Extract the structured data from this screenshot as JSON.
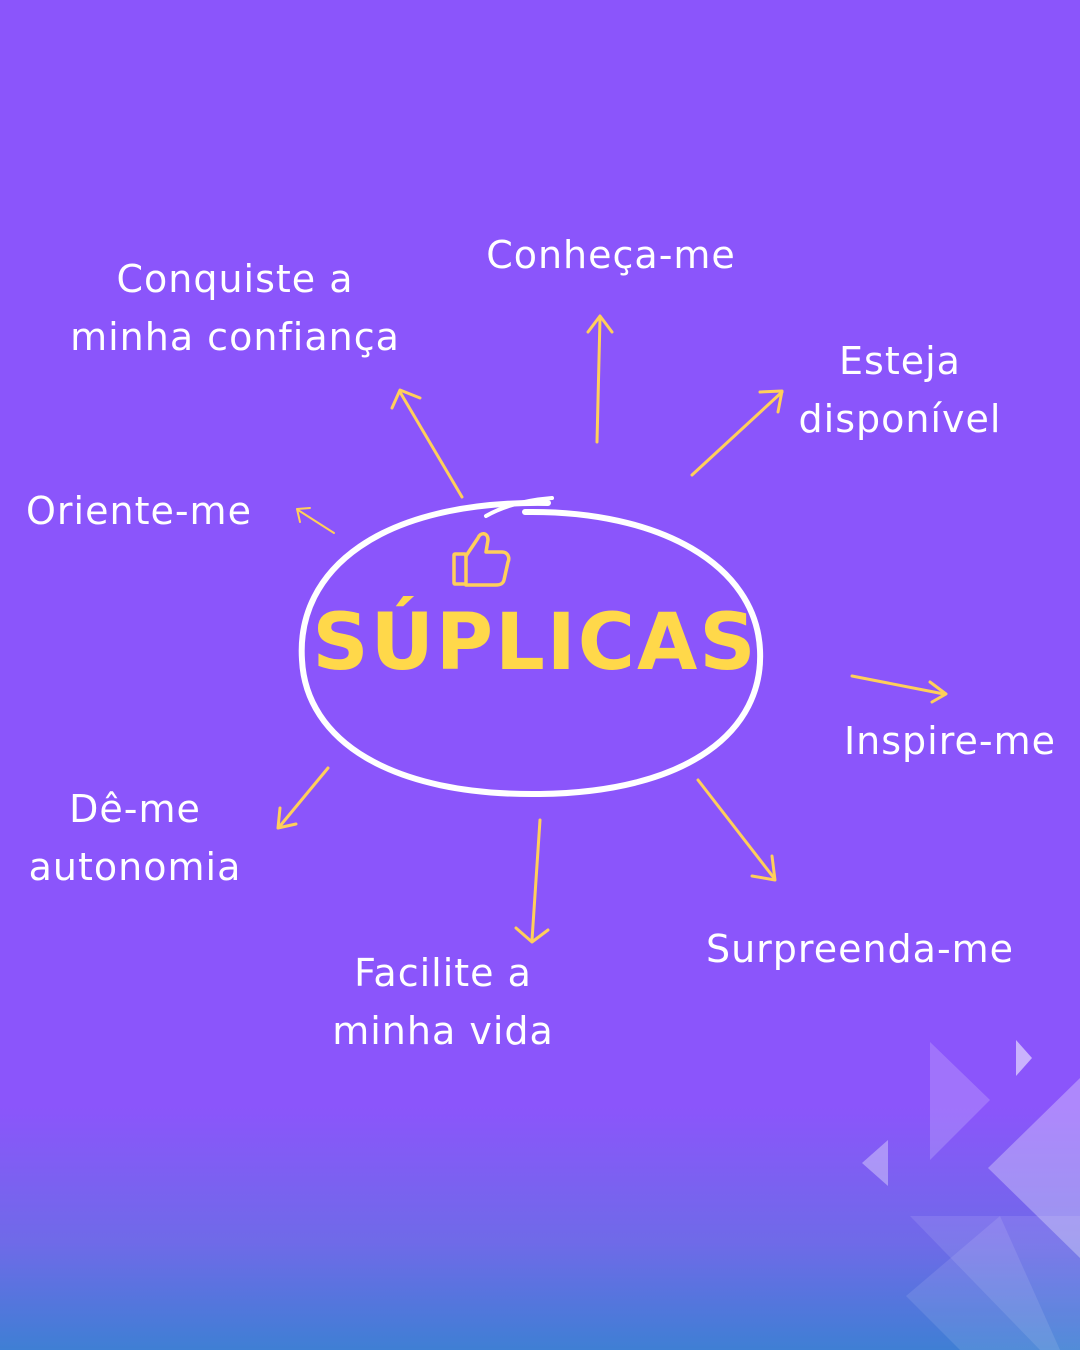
{
  "center": {
    "title": "SÚPLICAS",
    "icon": "thumbs-up-icon"
  },
  "nodes": {
    "conquiste": {
      "line1": "Conquiste a",
      "line2": "minha confiança"
    },
    "conheca": {
      "line1": "Conheça-me"
    },
    "esteja": {
      "line1": "Esteja",
      "line2": "disponível"
    },
    "oriente": {
      "line1": "Oriente-me"
    },
    "inspire": {
      "line1": "Inspire-me"
    },
    "deme": {
      "line1": "Dê-me",
      "line2": "autonomia"
    },
    "facilite": {
      "line1": "Facilite a",
      "line2": "minha vida"
    },
    "surpreenda": {
      "line1": "Surpreenda-me"
    }
  },
  "colors": {
    "background": "#8b55fb",
    "bottom_gradient": "#3f7fd4",
    "title": "#ffd84a",
    "arrow": "#ffcf5a",
    "ring": "#ffffff",
    "text": "#ffffff"
  }
}
